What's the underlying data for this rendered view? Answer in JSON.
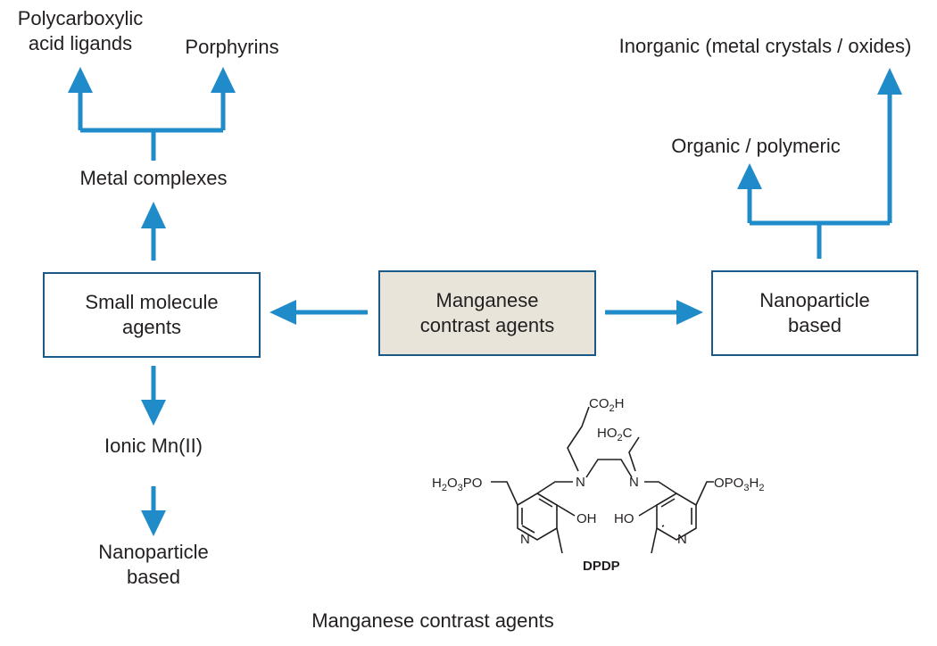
{
  "colors": {
    "arrow": "#1f8bc8",
    "box_border": "#1b5a86",
    "center_fill": "#e8e4da",
    "text": "#231f20"
  },
  "nodes": {
    "center": "Manganese\ncontrast agents",
    "small_molecule": "Small molecule\nagents",
    "nanoparticle_right": "Nanoparticle\nbased",
    "metal_complexes": "Metal complexes",
    "polycarboxylic": "Polycarboxylic\nacid ligands",
    "porphyrins": "Porphyrins",
    "ionic_mn": "Ionic Mn(II)",
    "nanoparticle_left": "Nanoparticle\nbased",
    "organic_polymeric": "Organic / polymeric",
    "inorganic": "Inorganic (metal crystals / oxides)"
  },
  "structure": {
    "name": "DPDP",
    "groups": {
      "co2h_top": "CO2H",
      "ho2c": "HO2C",
      "h2o3po": "H2O3PO",
      "opo3h2": "OPO3H2",
      "oh_left": "OH",
      "ho_right": "HO",
      "n_amine_left": "N",
      "n_amine_right": "N",
      "n_ring_left": "N",
      "n_ring_right": "N"
    }
  },
  "caption": "Manganese contrast agents"
}
